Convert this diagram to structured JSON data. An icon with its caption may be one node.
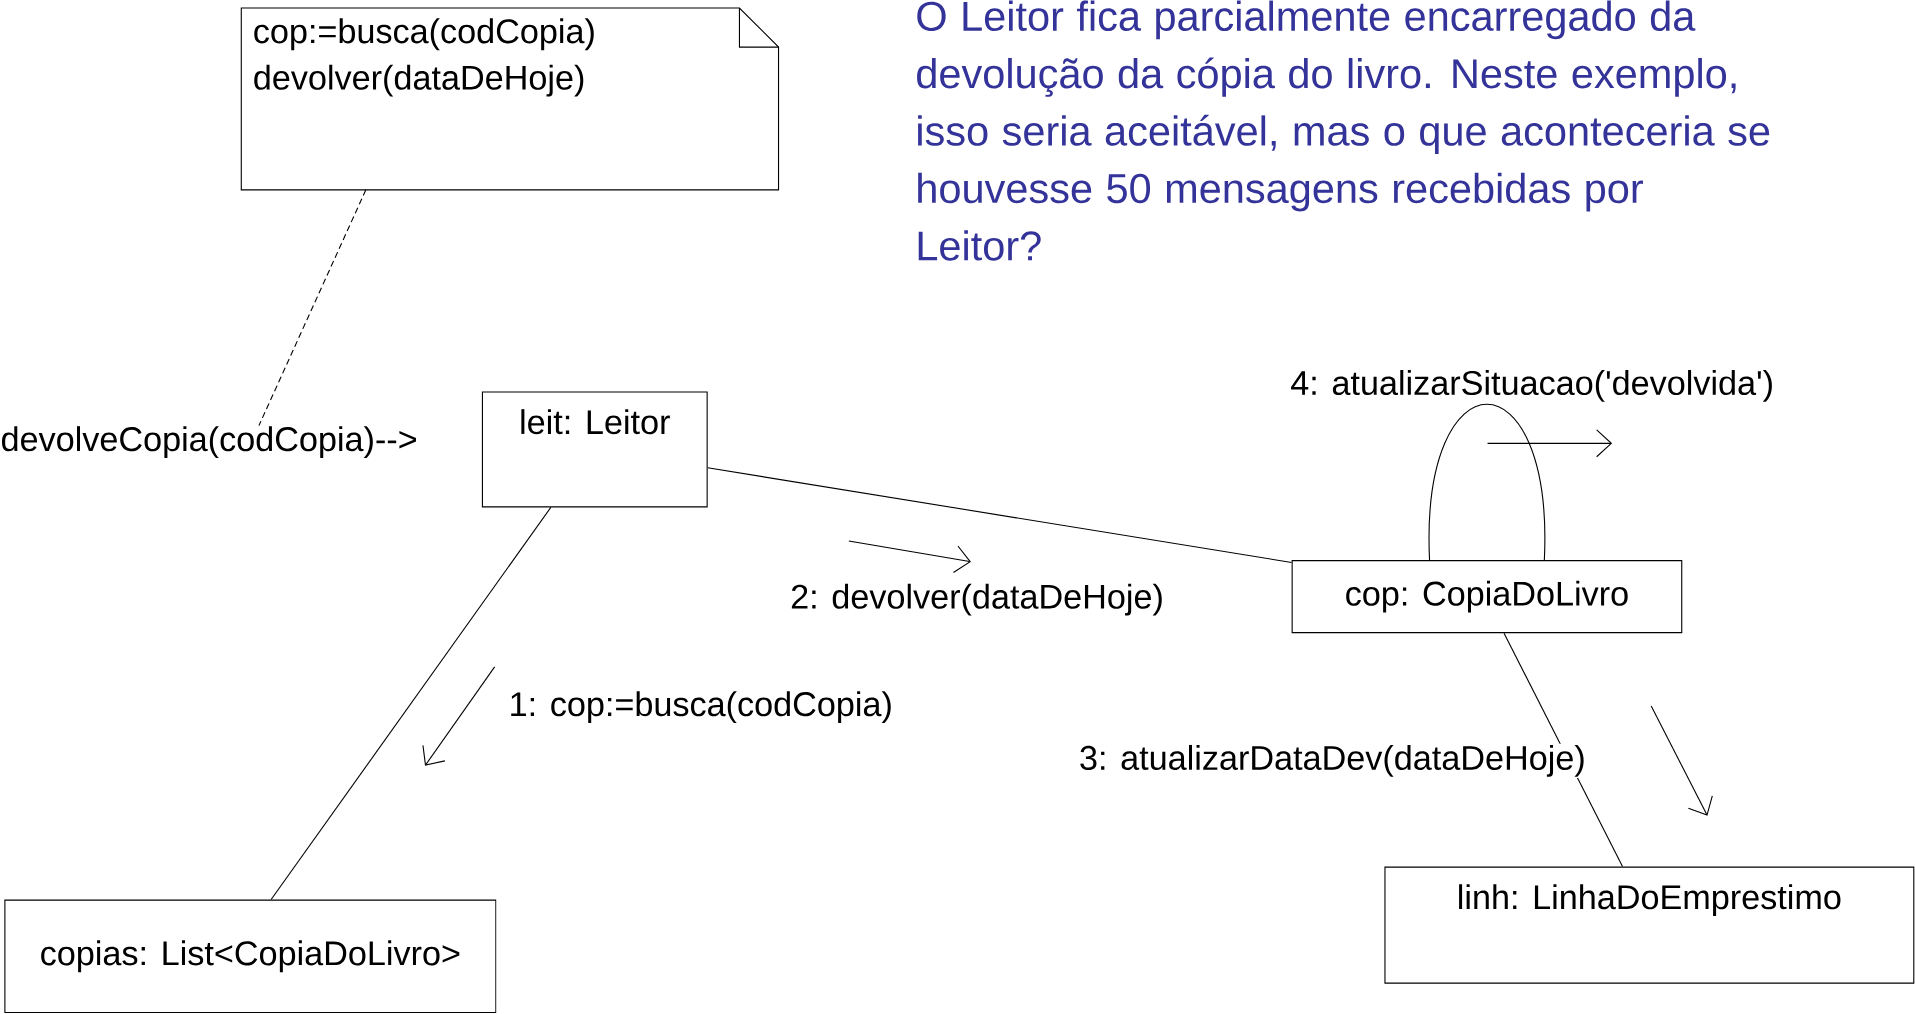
{
  "diagram": {
    "nodes": [
      {
        "text": [
          "cop:=busca(codCopia)",
          "devolver(dataDeHoje)"
        ]
      },
      {
        "text": [
          "devolveCopia(codCopia)-->"
        ]
      },
      {
        "text": [
          "leit: Leitor"
        ]
      },
      {
        "text": [
          "cop: CopiaDoLivro"
        ]
      },
      {
        "text": [
          "copias: List<CopiaDoLivro>"
        ]
      },
      {
        "text": [
          "linh: LinhaDoEmprestimo"
        ]
      }
    ],
    "edges": [
      {
        "from": 0,
        "to": 1,
        "arrow": "none",
        "style": "dashed"
      },
      {
        "from": 2,
        "to": 4,
        "arrow": "none",
        "label": "1: cop:=busca(codCopia)"
      },
      {
        "from": 2,
        "to": 3,
        "arrow": "none",
        "label": "2: devolver(dataDeHoje)"
      },
      {
        "from": 3,
        "to": 5,
        "arrow": "none",
        "label": "3: atualizarDataDev(dataDeHoje)"
      },
      {
        "from": 3,
        "to": 3,
        "arrow": "none",
        "label": "4: atualizarSituacao('devolvida')"
      }
    ],
    "labels": [
      "O Leitor fica parcialmente encarregado da devolução da cópia do livro. Neste exemplo, isso seria aceitável, mas o que aconteceria se houvesse 50 mensagens recebidas por Leitor?"
    ]
  }
}
